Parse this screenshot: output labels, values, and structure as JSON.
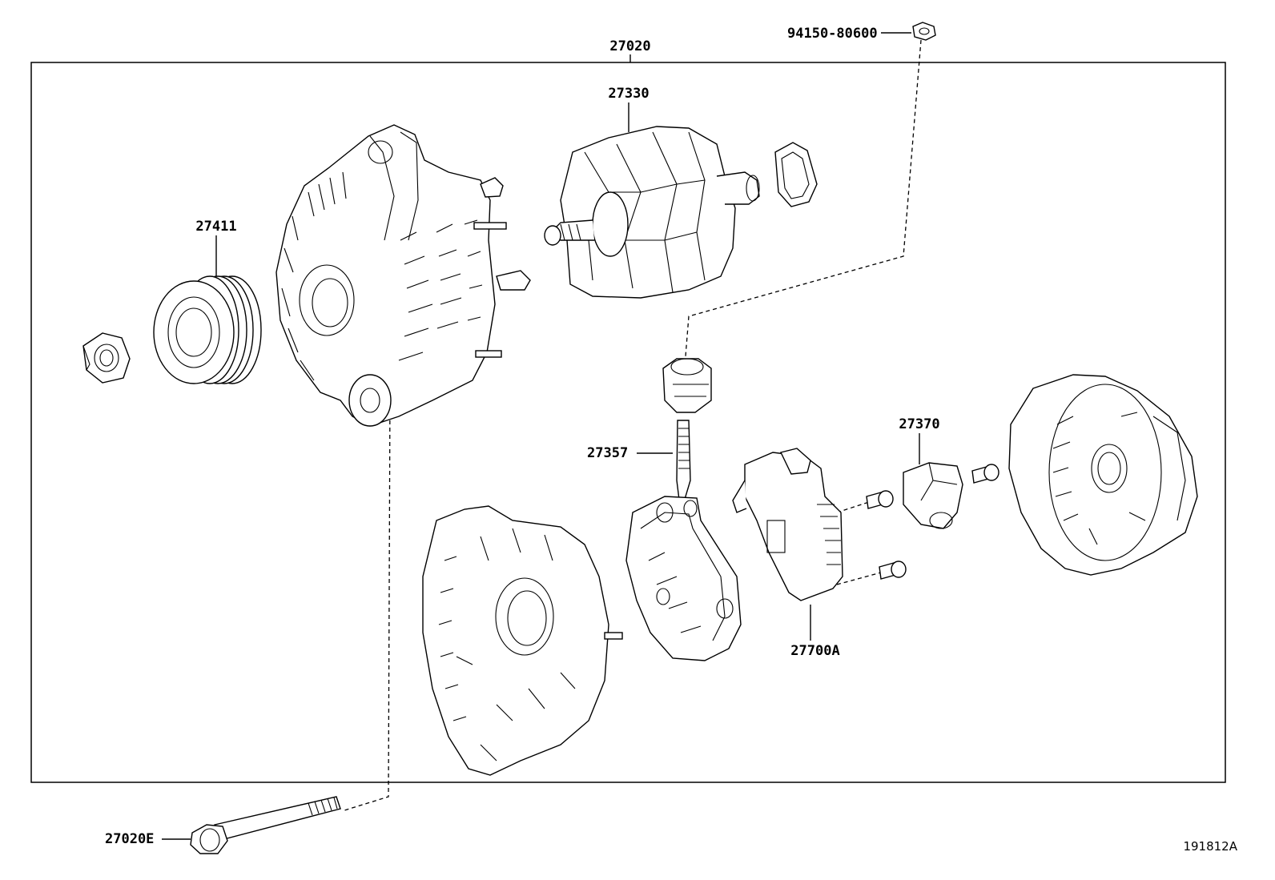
{
  "labels": {
    "assembly": "27020",
    "rotor": "27330",
    "pulley": "27411",
    "nut_part": "94150-80600",
    "terminal_insulator": "27357",
    "brush_holder": "27370",
    "regulator": "27700A",
    "bolt": "27020E"
  },
  "diagram_id": "191812A"
}
